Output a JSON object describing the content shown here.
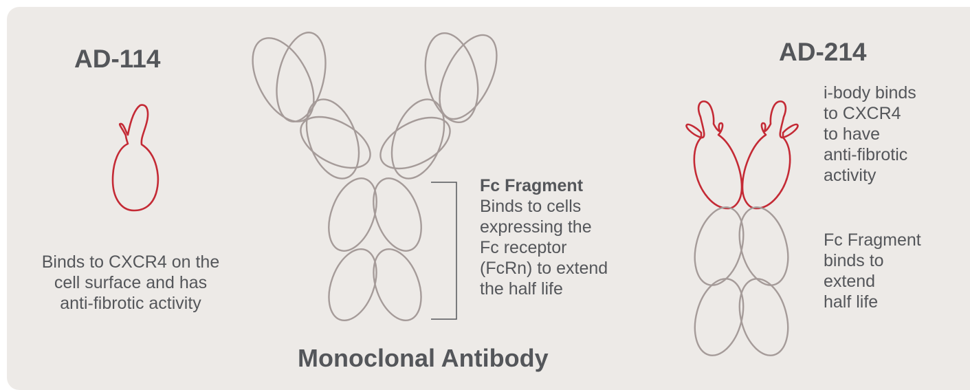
{
  "ad114": {
    "title": "AD-114",
    "caption": [
      "Binds to CXCR4 on the",
      "cell surface and has",
      "anti-fibrotic activity"
    ]
  },
  "mab": {
    "title": "Monoclonal Antibody",
    "fc_heading": "Fc Fragment",
    "fc_text": [
      "Binds to cells",
      "expressing the",
      "Fc receptor",
      "(FcRn) to extend",
      "the half life"
    ]
  },
  "ad214": {
    "title": "AD-214",
    "ibody_text": [
      "i-body binds",
      "to CXCR4",
      "to have",
      "anti-fibrotic",
      "activity"
    ],
    "fc_text": [
      "Fc Fragment",
      "binds to",
      "extend",
      "half life"
    ]
  },
  "colors": {
    "background": "#edeae7",
    "text": "#54565a",
    "ibody_red": "#c42a35",
    "antibody_grey": "#a59b99"
  }
}
